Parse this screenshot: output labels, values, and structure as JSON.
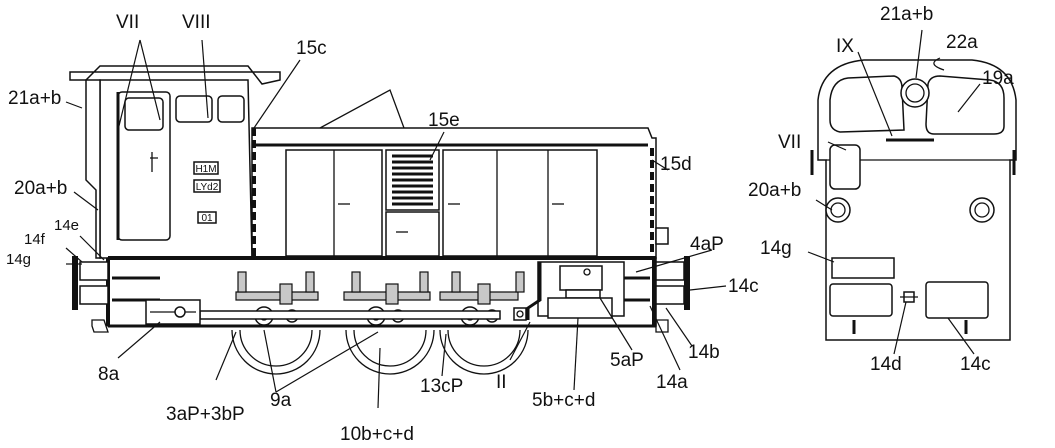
{
  "labels": {
    "vii_side": "VII",
    "viii": "VIII",
    "c15c": "15c",
    "c15e": "15e",
    "c15d": "15d",
    "c21ab_side": "21a+b",
    "c20ab_side": "20a+b",
    "c14e": "14e",
    "c14f": "14f",
    "c14g_side": "14g",
    "c4aP": "4aP",
    "c14c_side": "14c",
    "c8a": "8a",
    "c9a": "9a",
    "c3aP3bP": "3aP+3bP",
    "c10bcd": "10b+c+d",
    "c13cP": "13cP",
    "cII": "II",
    "c5aP": "5aP",
    "c5bcd": "5b+c+d",
    "c14b": "14b",
    "c14a": "14a",
    "c21ab_front": "21a+b",
    "c22a": "22a",
    "cIX": "IX",
    "c19a": "19a",
    "vii_front": "VII",
    "c20ab_front": "20a+b",
    "c14g_front": "14g",
    "c14d": "14d",
    "c14c_front": "14c"
  },
  "plates": {
    "model": "H1M",
    "type": "LYd2",
    "number": "01"
  }
}
